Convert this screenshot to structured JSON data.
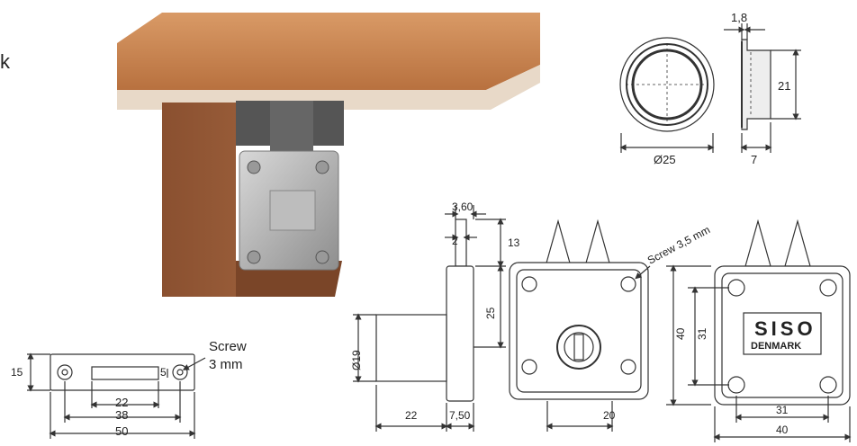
{
  "header": {
    "partial_text": "k"
  },
  "cup": {
    "thickness": "1,8",
    "height": "21",
    "diameter": "Ø25",
    "depth": "7"
  },
  "lock_side": {
    "top_width": "3,60",
    "gap": "2",
    "top_offset": "13",
    "mid_height": "25",
    "cyl_diameter": "Ø19",
    "cyl_length": "22",
    "plate_thickness": "7,50"
  },
  "lock_front": {
    "screw_note": "Screw 3,5 mm",
    "width": "20"
  },
  "lock_back": {
    "height": "40",
    "inner_height": "31",
    "brand": "SISO",
    "brand_sub": "DENMARK",
    "inner_width": "31",
    "width": "40"
  },
  "strike": {
    "height": "15",
    "slot_height": "5",
    "slot_width": "22",
    "hole_spacing": "38",
    "length": "50",
    "screw_label": "Screw",
    "screw_size": "3 mm"
  },
  "colors": {
    "line": "#333333",
    "wood": "#c8824e",
    "wood_dark": "#9a5f38",
    "metal": "#a8a8a8"
  }
}
